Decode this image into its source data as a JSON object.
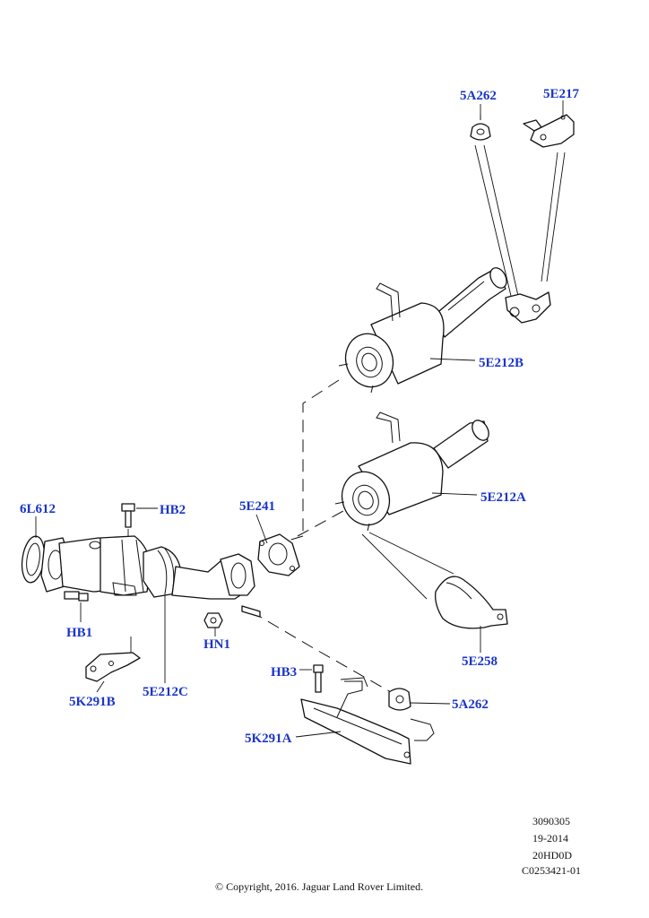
{
  "callouts": {
    "c_5A262_top": "5A262",
    "c_5E217": "5E217",
    "c_5E212B": "5E212B",
    "c_5E212A": "5E212A",
    "c_6L612": "6L612",
    "c_HB2": "HB2",
    "c_5E241": "5E241",
    "c_HB1": "HB1",
    "c_HN1": "HN1",
    "c_5E258": "5E258",
    "c_5K291B": "5K291B",
    "c_5E212C": "5E212C",
    "c_HB3": "HB3",
    "c_5A262_bottom": "5A262",
    "c_5K291A": "5K291A"
  },
  "meta": {
    "line1": "3090305",
    "line2": "19-2014",
    "line3": "20HD0D",
    "line4": "C0253421-01"
  },
  "copyright": "© Copyright, 2016. Jaguar Land Rover Limited.",
  "colors": {
    "callout": "#1a35c8",
    "line": "#111111",
    "background": "#ffffff"
  }
}
